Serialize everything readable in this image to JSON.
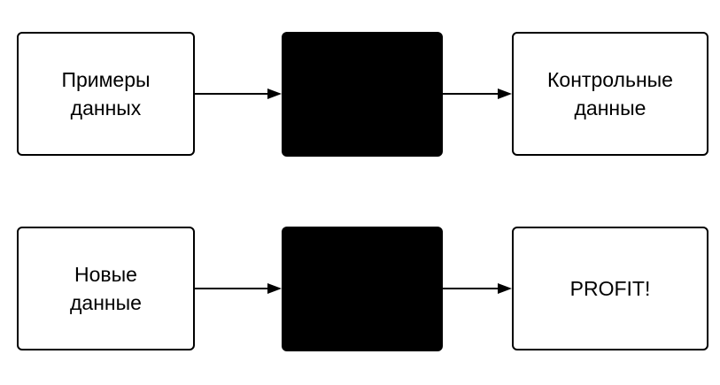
{
  "colors": {
    "stroke": "#000000",
    "box_fill": "#ffffff",
    "black_box_fill": "#000000"
  },
  "row1": {
    "input": "Примеры\nданных",
    "output": "Контрольные\nданные"
  },
  "row2": {
    "input": "Новые\nданные",
    "output": "PROFIT!"
  }
}
